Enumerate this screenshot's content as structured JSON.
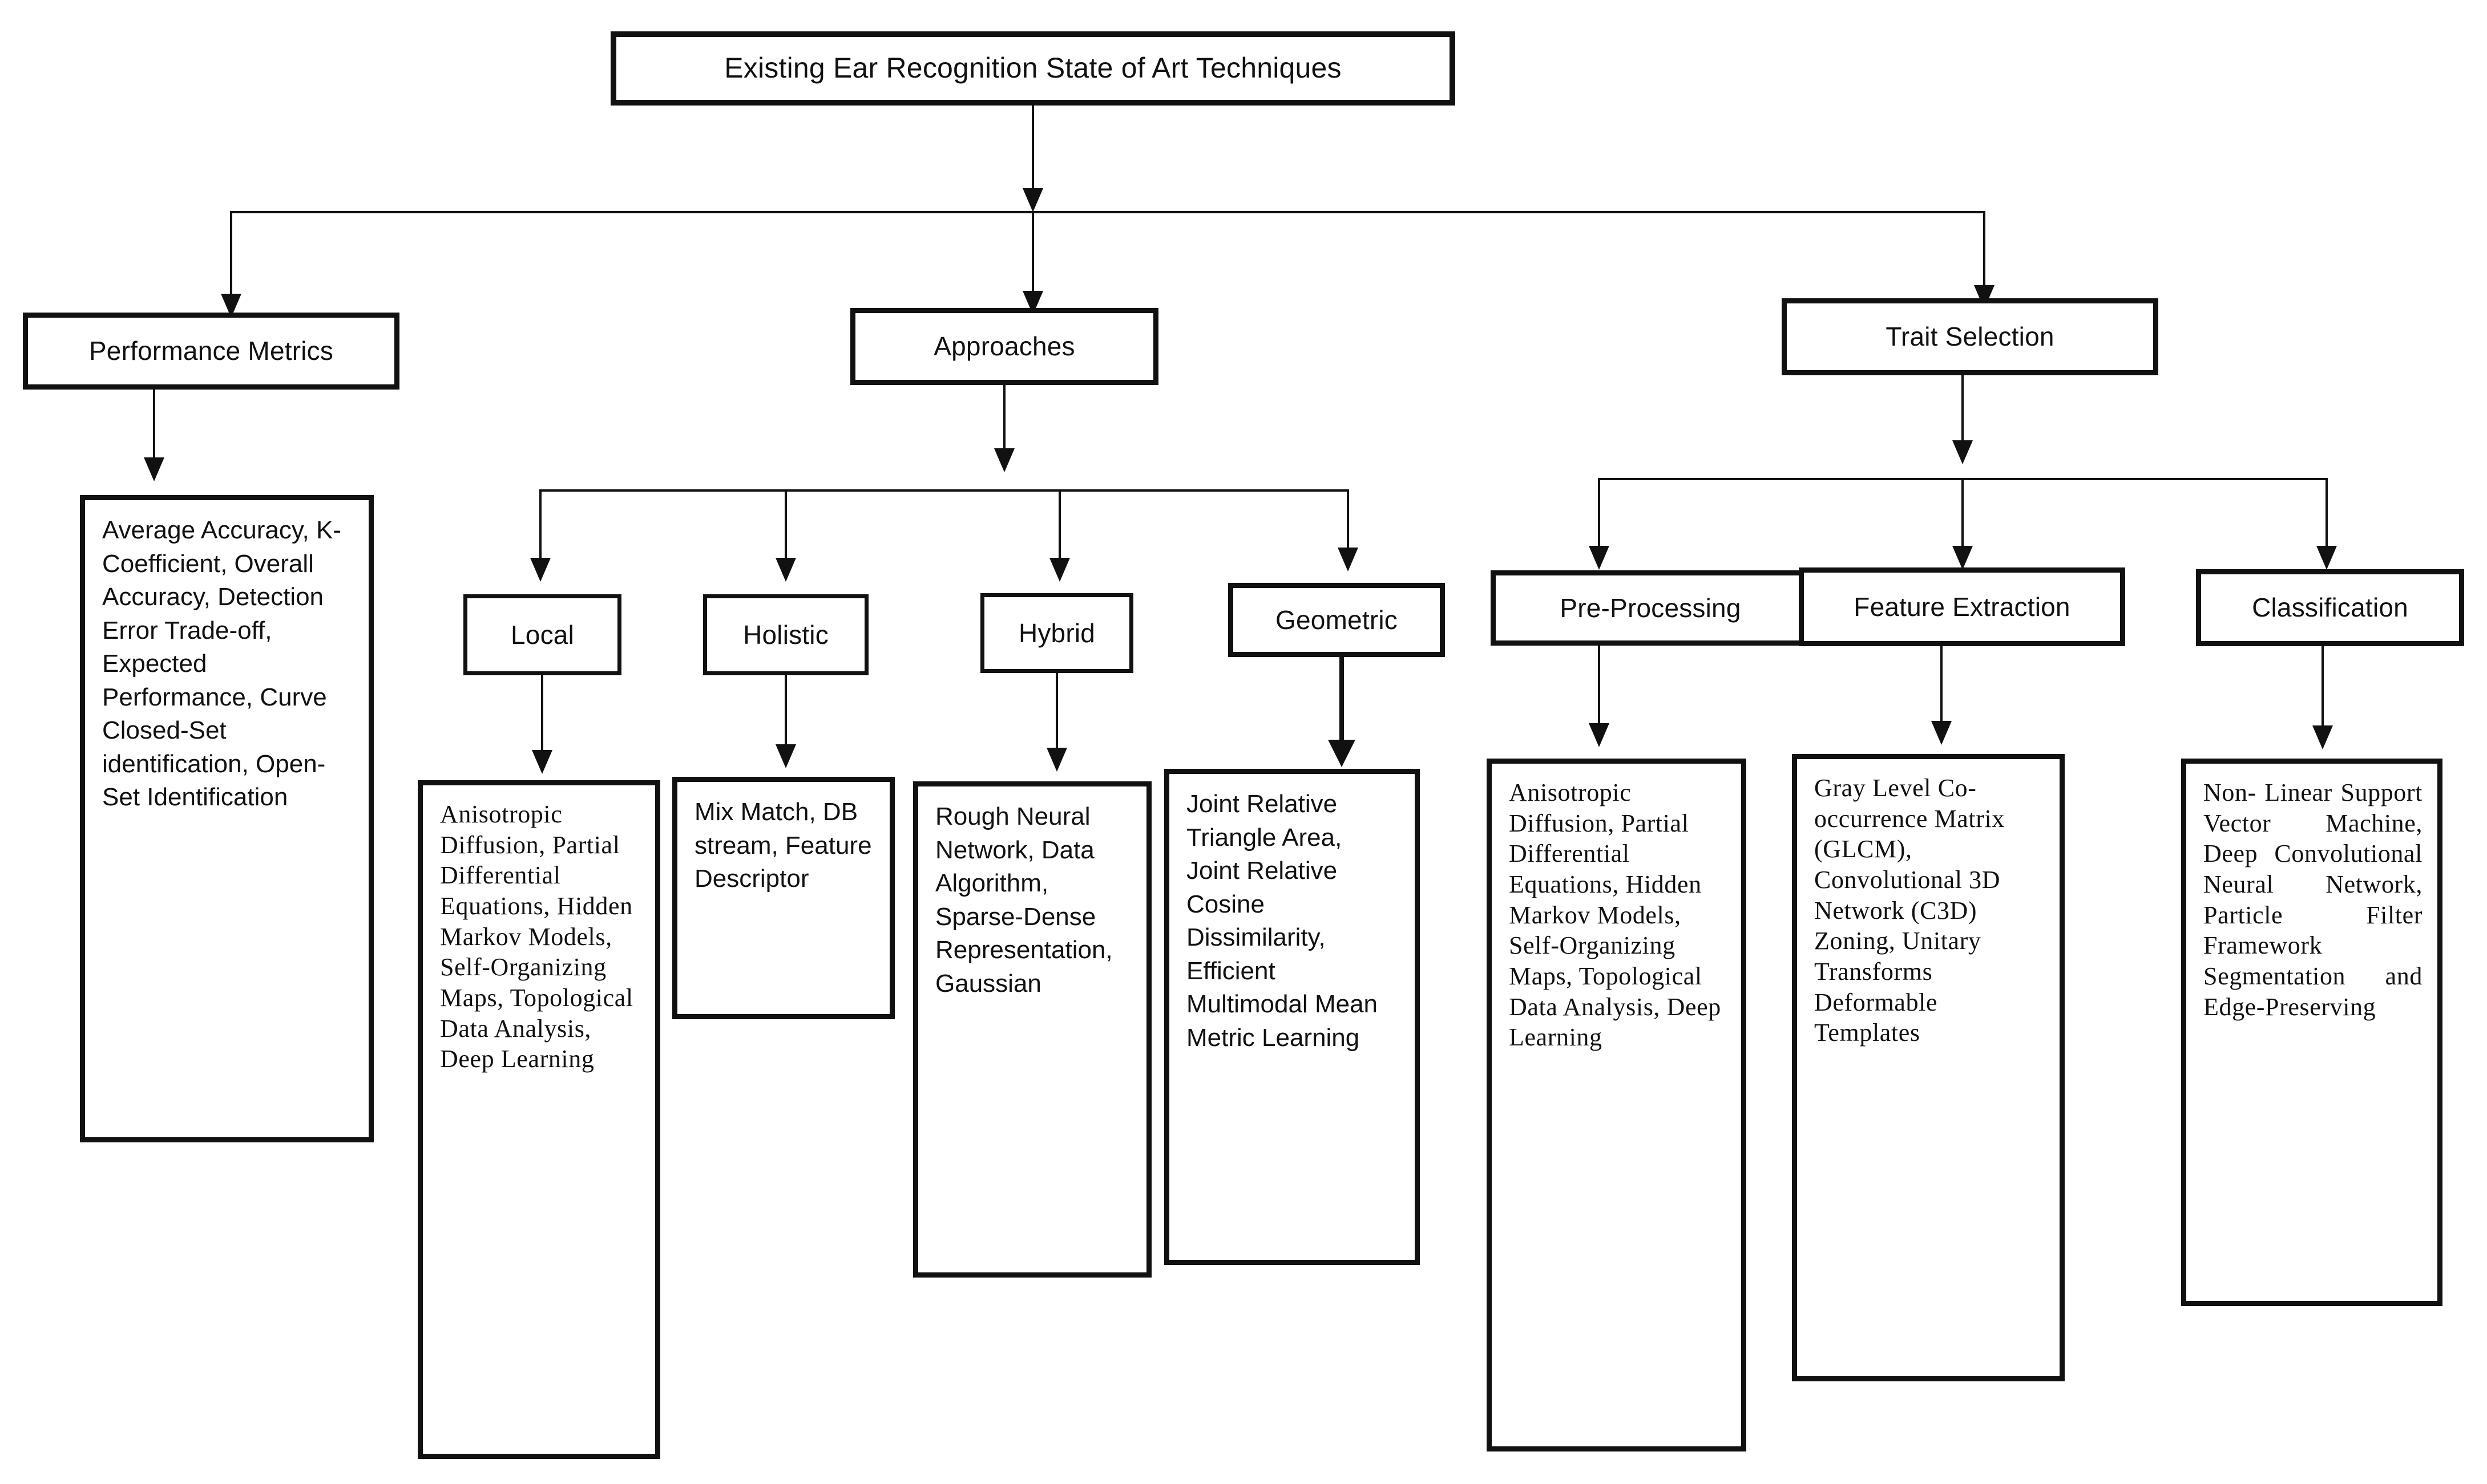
{
  "diagram": {
    "title": "Existing Ear Recognition State of Art Techniques",
    "root": {
      "label": "Existing Ear Recognition State of Art Techniques"
    },
    "level1": [
      {
        "label": "Performance Metrics"
      },
      {
        "label": "Approaches"
      },
      {
        "label": "Trait Selection"
      }
    ],
    "approaches_children": [
      {
        "label": "Local"
      },
      {
        "label": "Holistic"
      },
      {
        "label": "Hybrid"
      },
      {
        "label": "Geometric"
      }
    ],
    "trait_children": [
      {
        "label": "Pre-Processing"
      },
      {
        "label": "Feature Extraction"
      },
      {
        "label": "Classification"
      }
    ],
    "leaves": {
      "performance_metrics": "Average Accuracy, K- Coefficient, Overall Accuracy, Detection Error Trade-off, Expected Performance, Curve Closed-Set identification, Open-Set Identification",
      "local": "Anisotropic Diffusion, Partial Differential Equations, Hidden Markov Models, Self-Organizing Maps, Topological Data Analysis, Deep Learning",
      "holistic": "Mix Match, DB stream, Feature Descriptor",
      "hybrid": "Rough Neural Network, Data Algorithm, Sparse-Dense Representation, Gaussian",
      "geometric": "Joint Relative Triangle Area, Joint Relative Cosine Dissimilarity, Efficient Multimodal Mean Metric Learning",
      "pre_processing": "Anisotropic Diffusion, Partial Differential Equations, Hidden Markov Models, Self-Organizing Maps, Topological Data Analysis, Deep Learning",
      "feature_extraction": "Gray Level Co-occurrence Matrix (GLCM), Convolutional 3D Network (C3D) Zoning, Unitary Transforms Deformable Templates",
      "classification": "Non- Linear Support Vector Machine, Deep Convolutional Neural Network, Particle Filter Framework Segmentation and Edge-Preserving"
    },
    "colors": {
      "stroke": "#111111",
      "background": "#ffffff",
      "text": "#111111"
    }
  }
}
